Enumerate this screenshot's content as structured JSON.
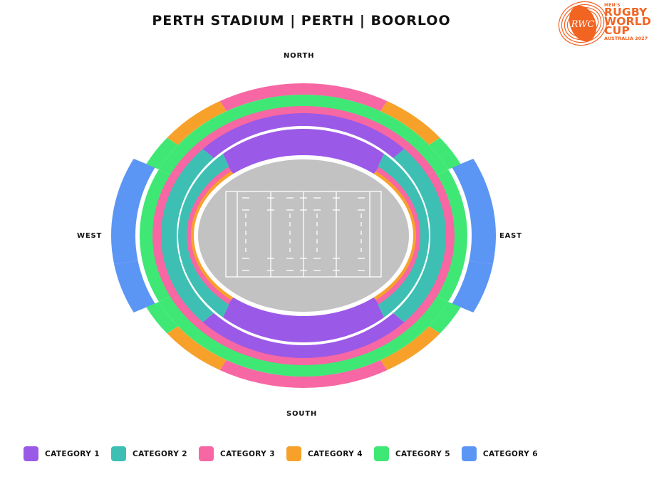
{
  "title": "PERTH STADIUM | PERTH | BOORLOO",
  "logo": {
    "line1": "MEN'S",
    "line2": "RUGBY",
    "line3": "WORLD",
    "line4": "CUP",
    "line5": "AUSTRALIA 2027",
    "monogram": "RWC",
    "color": "#f26422"
  },
  "compass": {
    "north": "NORTH",
    "south": "SOUTH",
    "west": "WEST",
    "east": "EAST"
  },
  "categories": [
    {
      "label": "CATEGORY 1",
      "color": "#9b59e8"
    },
    {
      "label": "CATEGORY 2",
      "color": "#3dbfb4"
    },
    {
      "label": "CATEGORY 3",
      "color": "#f767a3"
    },
    {
      "label": "CATEGORY 4",
      "color": "#f7a12b"
    },
    {
      "label": "CATEGORY 5",
      "color": "#3fe874"
    },
    {
      "label": "CATEGORY 6",
      "color": "#5b96f5"
    }
  ],
  "field_color": "#c2c2c2"
}
